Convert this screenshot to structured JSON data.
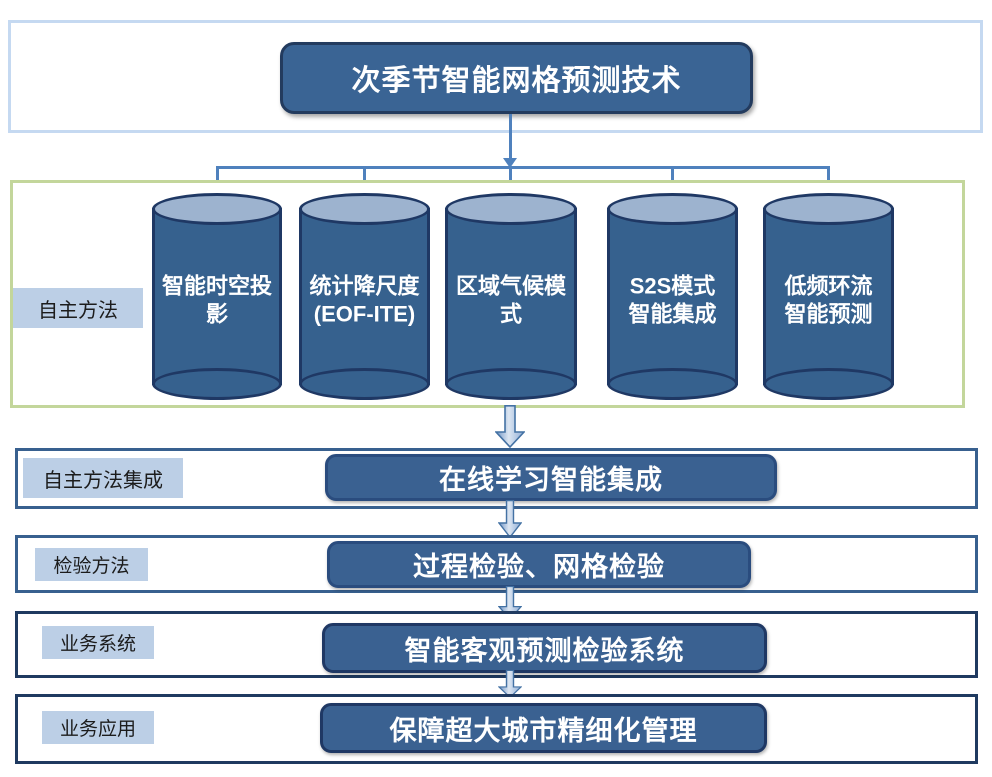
{
  "title_box": {
    "label": "次季节智能网格预测技术"
  },
  "methods_section": {
    "side_label": "自主方法",
    "cylinders": [
      {
        "label": "智能时空投\n影"
      },
      {
        "label": "统计降尺度\n(EOF-ITE)"
      },
      {
        "label": "区域气候模\n式"
      },
      {
        "label": "S2S模式\n智能集成"
      },
      {
        "label": "低频环流\n智能预测"
      }
    ]
  },
  "rows": [
    {
      "side_label": "自主方法集成",
      "box_label": "在线学习智能集成"
    },
    {
      "side_label": "检验方法",
      "box_label": "过程检验、网格检验"
    },
    {
      "side_label": "业务系统",
      "box_label": "智能客观预测检验系统"
    },
    {
      "side_label": "业务应用",
      "box_label": "保障超大城市精细化管理"
    }
  ],
  "colors": {
    "box_fill": "#3A6191",
    "title_fill": "#3A6494",
    "box_border_dark": "#1F3864",
    "cylinder_fill": "#36618E",
    "cylinder_top": "#9DB3CF",
    "connector": "#4F81BD",
    "frame_top_border": "#C5D9F1",
    "frame_methods_border": "#C3D69B",
    "row_border_light": "#38608F",
    "row_border_dark": "#1F3A60",
    "side_label_bg": "#BCCFE6"
  }
}
